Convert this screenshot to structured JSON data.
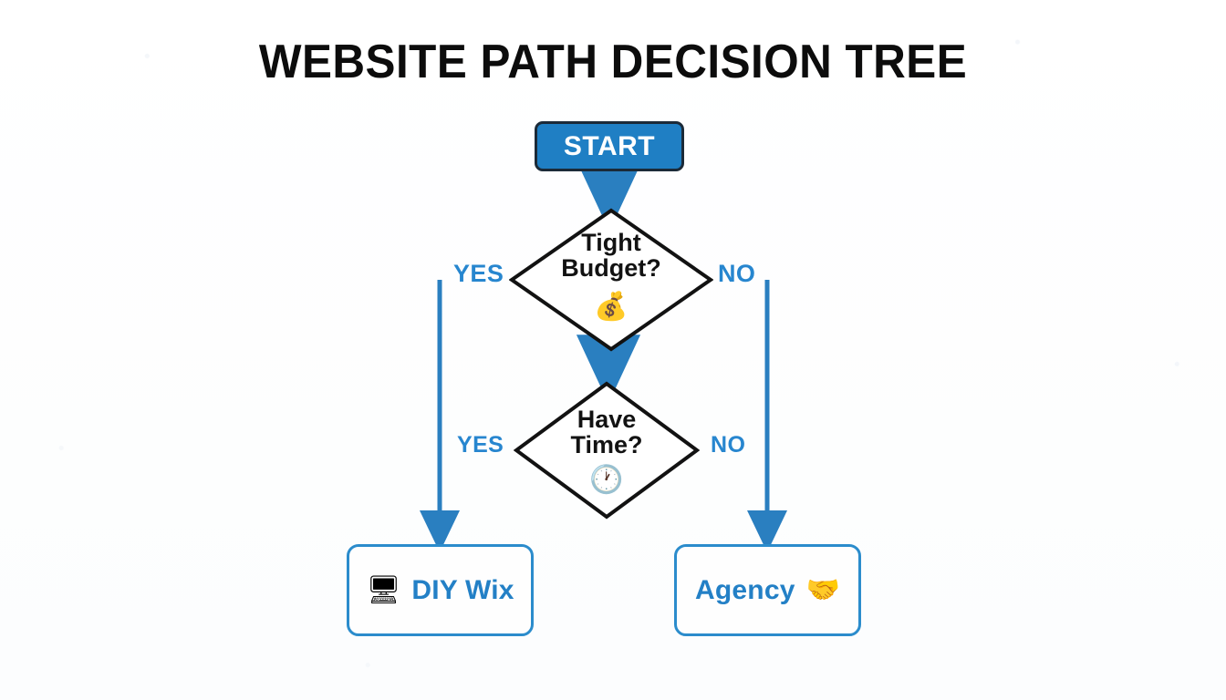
{
  "title": "WEBSITE PATH DECISION TREE",
  "theme": {
    "background": "#fdfdfd",
    "accent_blue": "#2380c6",
    "start_fill": "#1f7fc4",
    "start_border": "#1b2a38",
    "box_border": "#2b8ccc",
    "node_outline": "#121212",
    "arrow_color": "#2a7fc0",
    "label_blue": "#2786cf",
    "title_color": "#0c0c0c"
  },
  "nodes": {
    "start": {
      "label": "START",
      "type": "terminator"
    },
    "decision_budget": {
      "label": "Tight\nBudget?",
      "emoji": "💰",
      "emoji_name": "money-bag-icon",
      "type": "decision"
    },
    "decision_time": {
      "label": "Have\nTime?",
      "emoji": "🕐",
      "emoji_name": "clock-icon",
      "type": "decision"
    },
    "outcome_diy": {
      "label": "DIY Wix",
      "emoji": "🖥",
      "emoji_name": "desktop-computer-icon",
      "emoji_position": "left",
      "type": "outcome"
    },
    "outcome_agency": {
      "label": "Agency",
      "emoji": "🤝",
      "emoji_name": "handshake-icon",
      "emoji_position": "right",
      "type": "outcome"
    }
  },
  "branch_labels": {
    "yes_budget": "YES",
    "no_budget": "NO",
    "yes_time": "YES",
    "no_time": "NO"
  },
  "edges": [
    {
      "from": "start",
      "to": "decision_budget",
      "label": ""
    },
    {
      "from": "decision_budget",
      "to": "outcome_diy",
      "label": "YES"
    },
    {
      "from": "decision_budget",
      "to": "outcome_agency",
      "label": "NO"
    },
    {
      "from": "decision_budget",
      "to": "decision_time",
      "label": ""
    },
    {
      "from": "decision_time",
      "to": "outcome_diy",
      "label": "YES"
    },
    {
      "from": "decision_time",
      "to": "outcome_agency",
      "label": "NO"
    }
  ]
}
